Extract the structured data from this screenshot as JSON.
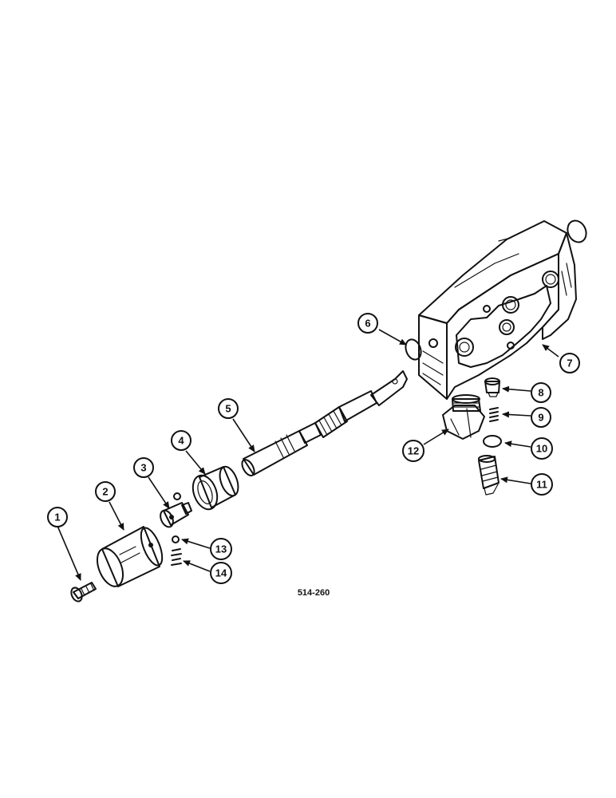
{
  "diagram": {
    "figure_code": "514-260",
    "callouts": [
      {
        "label": "1"
      },
      {
        "label": "2"
      },
      {
        "label": "3"
      },
      {
        "label": "4"
      },
      {
        "label": "5"
      },
      {
        "label": "6"
      },
      {
        "label": "7"
      },
      {
        "label": "8"
      },
      {
        "label": "9"
      },
      {
        "label": "10"
      },
      {
        "label": "11"
      },
      {
        "label": "12"
      },
      {
        "label": "13"
      },
      {
        "label": "14"
      }
    ]
  }
}
